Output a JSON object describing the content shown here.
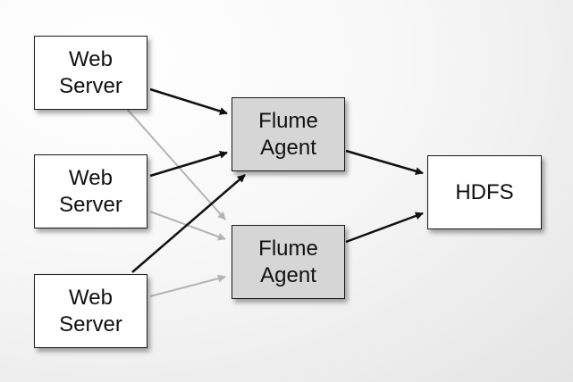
{
  "nodes": {
    "web_server_1": {
      "label": "Web\nServer"
    },
    "web_server_2": {
      "label": "Web\nServer"
    },
    "web_server_3": {
      "label": "Web\nServer"
    },
    "flume_agent_1": {
      "label": "Flume\nAgent"
    },
    "flume_agent_2": {
      "label": "Flume\nAgent"
    },
    "hdfs": {
      "label": "HDFS"
    }
  },
  "edges": [
    {
      "from": "web_server_1",
      "to": "flume_agent_1",
      "style": "primary"
    },
    {
      "from": "web_server_2",
      "to": "flume_agent_1",
      "style": "primary"
    },
    {
      "from": "web_server_3",
      "to": "flume_agent_1",
      "style": "primary"
    },
    {
      "from": "web_server_1",
      "to": "flume_agent_2",
      "style": "secondary"
    },
    {
      "from": "web_server_2",
      "to": "flume_agent_2",
      "style": "secondary"
    },
    {
      "from": "web_server_3",
      "to": "flume_agent_2",
      "style": "secondary"
    },
    {
      "from": "flume_agent_1",
      "to": "hdfs",
      "style": "primary"
    },
    {
      "from": "flume_agent_2",
      "to": "hdfs",
      "style": "primary"
    }
  ],
  "colors": {
    "primary_edge": "#111111",
    "secondary_edge": "#b3b3b3",
    "server_fill": "#ffffff",
    "agent_fill": "#d6d6d6",
    "hdfs_fill": "#ffffff"
  }
}
